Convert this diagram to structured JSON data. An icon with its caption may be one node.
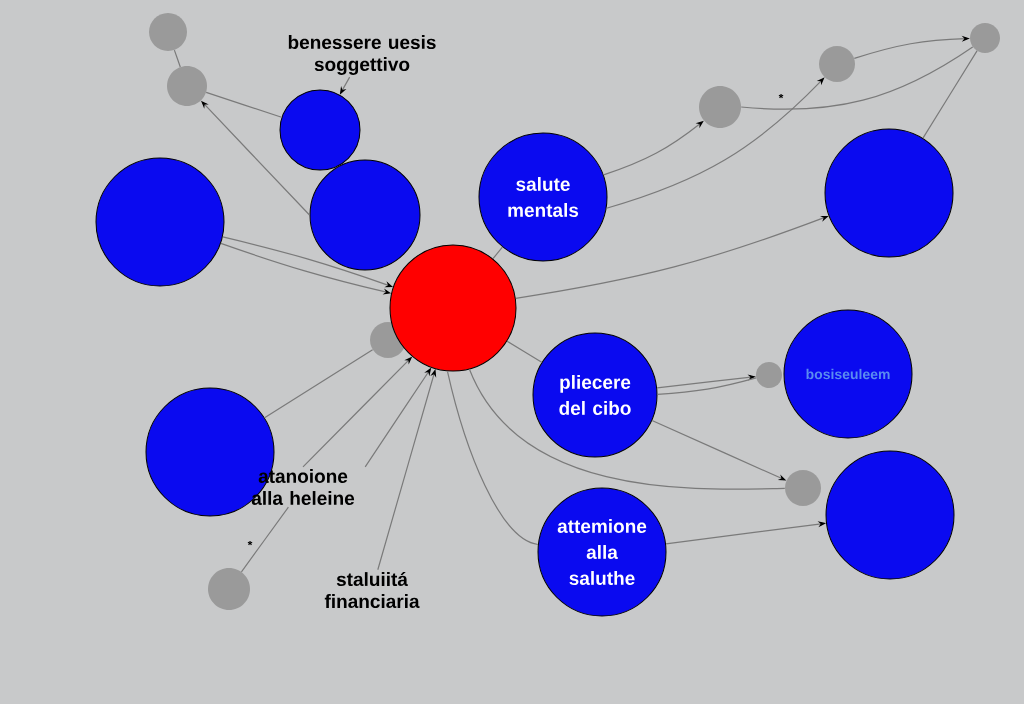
{
  "diagram": {
    "nodes": [
      {
        "text": [],
        "shape": "circle"
      },
      {
        "text": [],
        "shape": "circle"
      },
      {
        "text": [],
        "shape": "circle"
      },
      {
        "text": [],
        "shape": "circle"
      },
      {
        "text": [
          "salute mentals"
        ]
      },
      {
        "text": [],
        "shape": "circle"
      },
      {
        "text": [
          "pliecere del cibo"
        ]
      },
      {
        "text": [
          "bosiseuleem"
        ]
      },
      {
        "text": [],
        "shape": "circle"
      },
      {
        "text": [
          "attemione alla saluthe"
        ]
      },
      {
        "text": [],
        "shape": "circle"
      },
      {
        "text": [],
        "shape": "circle"
      },
      {
        "text": [],
        "shape": "circle"
      },
      {
        "text": [],
        "shape": "circle"
      },
      {
        "text": [],
        "shape": "circle"
      },
      {
        "text": [],
        "shape": "circle"
      },
      {
        "text": [],
        "shape": "circle"
      },
      {
        "text": [],
        "shape": "circle"
      },
      {
        "text": [],
        "shape": "circle"
      },
      {
        "text": [],
        "shape": "circle"
      },
      {
        "text": [
          "benessere uesis soggettivo"
        ]
      },
      {
        "text": [
          "atanoione alla heleine"
        ]
      },
      {
        "text": [
          "staluiitá financiaria"
        ]
      }
    ],
    "edges": [
      {
        "from": 20,
        "to": 2,
        "arrow": "to"
      },
      {
        "from": 1,
        "to": 0,
        "arrow": "to"
      },
      {
        "from": 1,
        "to": 0,
        "arrow": "to"
      },
      {
        "from": 3,
        "to": 12,
        "arrow": "to"
      },
      {
        "from": 2,
        "to": 12,
        "arrow": "none"
      },
      {
        "from": 11,
        "to": 12,
        "arrow": "none"
      },
      {
        "from": 4,
        "to": 13,
        "arrow": "to"
      },
      {
        "from": 4,
        "to": 14,
        "arrow": "to"
      },
      {
        "from": 0,
        "to": 5,
        "arrow": "to"
      },
      {
        "from": 13,
        "to": 15,
        "arrow": "none"
      },
      {
        "from": 14,
        "to": 15,
        "arrow": "to"
      },
      {
        "from": 5,
        "to": 15,
        "arrow": "none"
      },
      {
        "from": 4,
        "to": 0,
        "arrow": "none"
      },
      {
        "from": 8,
        "to": 16,
        "arrow": "none"
      },
      {
        "from": 21,
        "to": 0,
        "arrow": "to"
      },
      {
        "from": 21,
        "to": 0,
        "arrow": "to"
      },
      {
        "from": 22,
        "to": 0,
        "arrow": "to"
      },
      {
        "from": 17,
        "to": 21,
        "arrow": "none"
      },
      {
        "from": 0,
        "to": 6,
        "arrow": "none"
      },
      {
        "from": 6,
        "to": 18,
        "arrow": "to"
      },
      {
        "from": 6,
        "to": 18,
        "arrow": "none"
      },
      {
        "from": 6,
        "to": 19,
        "arrow": "to"
      },
      {
        "from": 0,
        "to": 19,
        "arrow": "none"
      },
      {
        "from": 0,
        "to": 9,
        "arrow": "none"
      },
      {
        "from": 9,
        "to": 10,
        "arrow": "to"
      }
    ],
    "labels": [
      "*",
      "*"
    ]
  }
}
